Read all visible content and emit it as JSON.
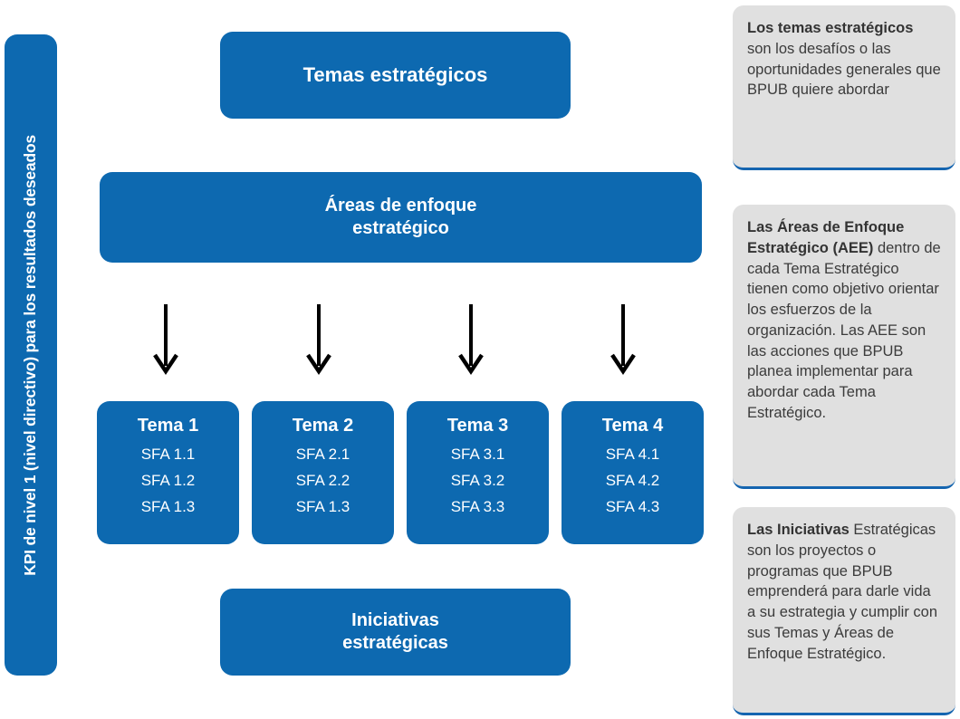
{
  "sidebar": {
    "label": "KPI de nivel 1 (nivel directivo) para los resultados deseados"
  },
  "boxes": {
    "temas_estrategicos": "Temas estratégicos",
    "areas_enfoque_line1": "Áreas de enfoque",
    "areas_enfoque_line2": "estratégico",
    "iniciativas_line1": "Iniciativas",
    "iniciativas_line2": "estratégicas"
  },
  "arrows": {
    "count": 4,
    "icon": "arrow-down-icon",
    "color": "#000000"
  },
  "temas": [
    {
      "title": "Tema 1",
      "items": [
        "SFA 1.1",
        "SFA 1.2",
        "SFA 1.3"
      ]
    },
    {
      "title": "Tema 2",
      "items": [
        "SFA 2.1",
        "SFA 2.2",
        "SFA 1.3"
      ]
    },
    {
      "title": "Tema 3",
      "items": [
        "SFA 3.1",
        "SFA 3.2",
        "SFA 3.3"
      ]
    },
    {
      "title": "Tema 4",
      "items": [
        "SFA 4.1",
        "SFA 4.2",
        "SFA 4.3"
      ]
    }
  ],
  "panels": [
    {
      "bold": "Los temas estratégicos",
      "rest": " son los desafíos o las oportunidades generales que BPUB quiere abordar"
    },
    {
      "bold": "Las Áreas de Enfoque Estratégico (AEE)",
      "rest": " dentro de cada Tema Estratégico tienen como objetivo orientar los esfuerzos de la organización. Las AEE son las acciones que BPUB planea implementar para abordar cada Tema Estratégico."
    },
    {
      "bold": "Las Iniciativas",
      "rest": " Estratégicas son los proyectos o programas que BPUB emprenderá para darle vida a su estrategia y cumplir con sus Temas y Áreas de Enfoque Estratégico."
    }
  ],
  "colors": {
    "brand_blue": "#0d69b0",
    "panel_gray": "#e0e0e0",
    "panel_accent": "#1565b0",
    "text_white": "#ffffff",
    "text_dark": "#3b3b3b"
  }
}
